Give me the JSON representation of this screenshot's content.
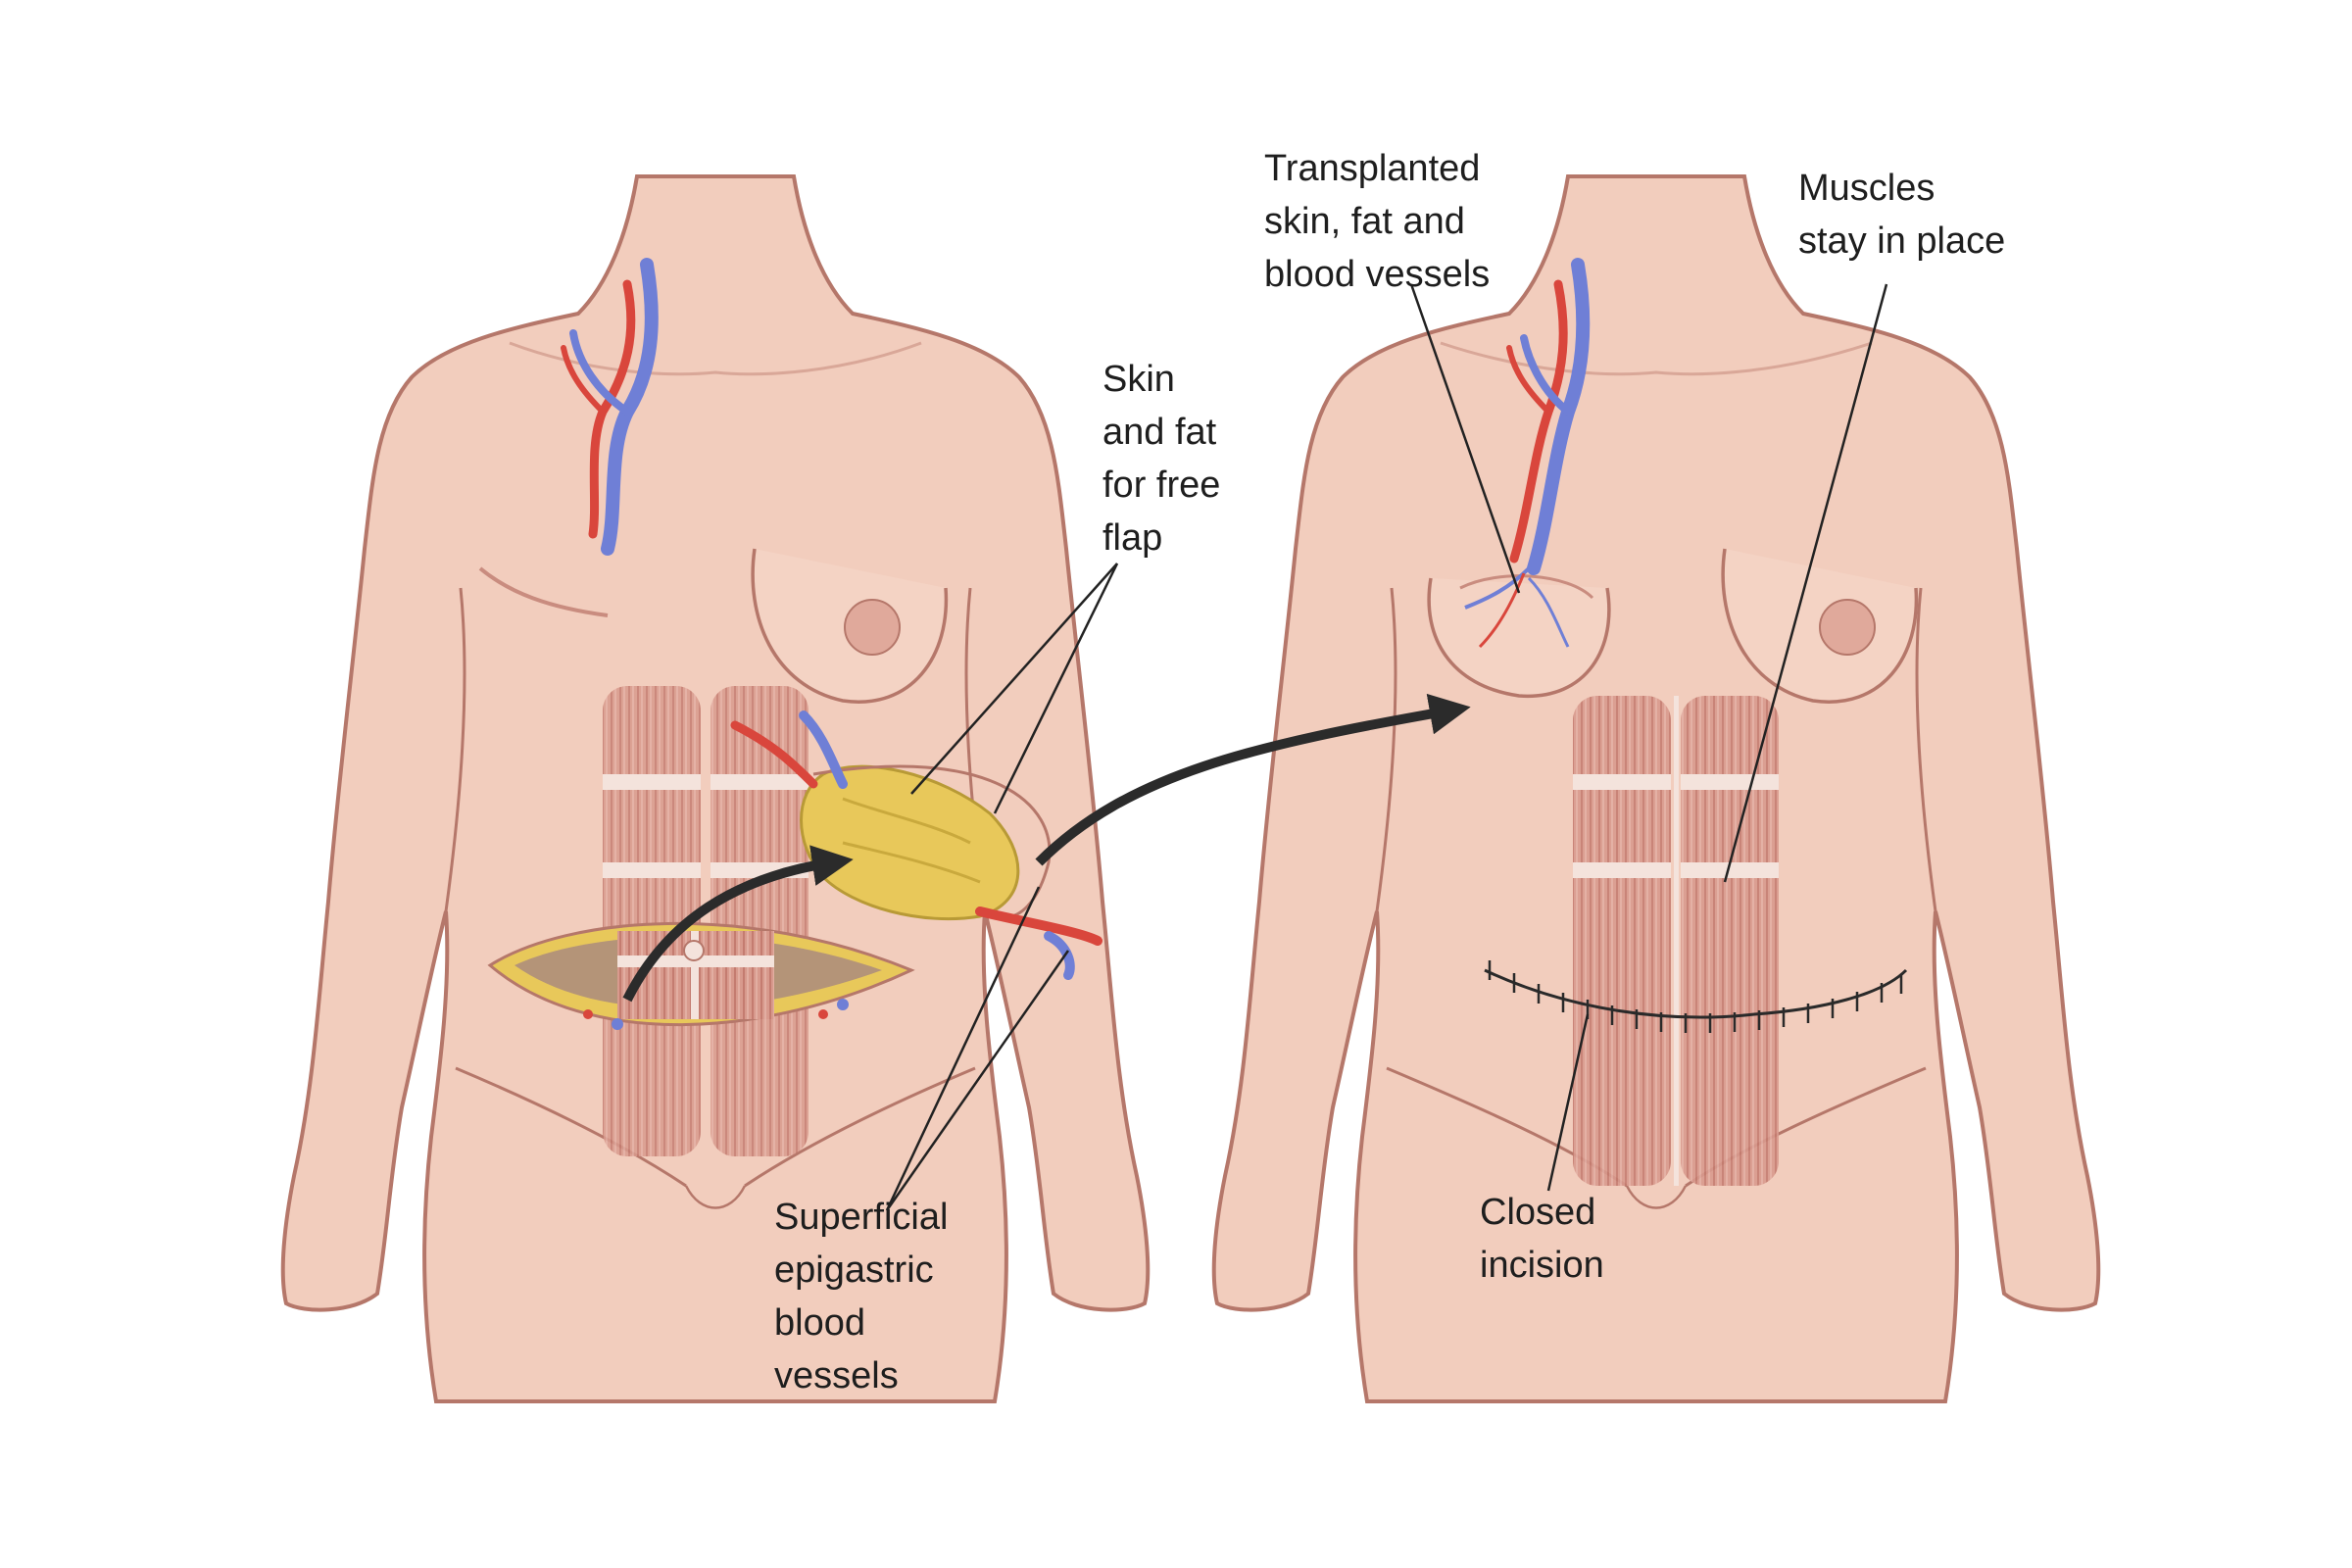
{
  "labels": {
    "skin_fat_flap": [
      "Skin",
      "and fat",
      "for  free",
      "flap"
    ],
    "superficial_vessels": [
      "Superficial",
      "epigastric",
      "blood",
      "vessels"
    ],
    "transplanted": [
      "Transplanted",
      "skin, fat and",
      "blood vessels"
    ],
    "muscles": [
      "Muscles",
      "stay in place"
    ],
    "closed_incision": [
      "Closed",
      "incision"
    ]
  },
  "colors": {
    "skin": "#f2cdbd",
    "skin_outline": "#b5776a",
    "muscle": "#d99a8e",
    "tendon": "#f4e3dc",
    "fat": "#e8c85a",
    "artery": "#d9463c",
    "vein": "#6f7fd6",
    "arrow": "#2b2b2b",
    "leader_line": "#222222",
    "suture": "#2a2a2a"
  }
}
